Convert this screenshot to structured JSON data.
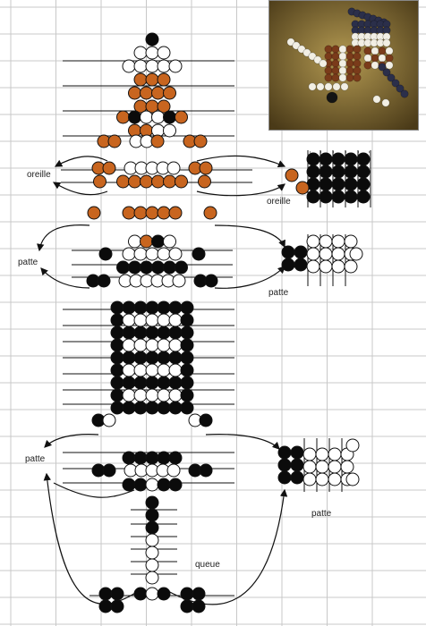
{
  "labels": {
    "ear_left": "oreille",
    "ear_right": "oreille",
    "paw_left_1": "patte",
    "paw_right_1": "patte",
    "paw_left_2": "patte",
    "paw_right_2": "patte",
    "tail": "queue"
  },
  "colors": {
    "black": "#0b0b0b",
    "brown": "#c8651f",
    "white": "#ffffff",
    "grid": "#c8c8c8",
    "wire": "#111111"
  },
  "photo": {
    "subject": "beaded dog figurine"
  }
}
